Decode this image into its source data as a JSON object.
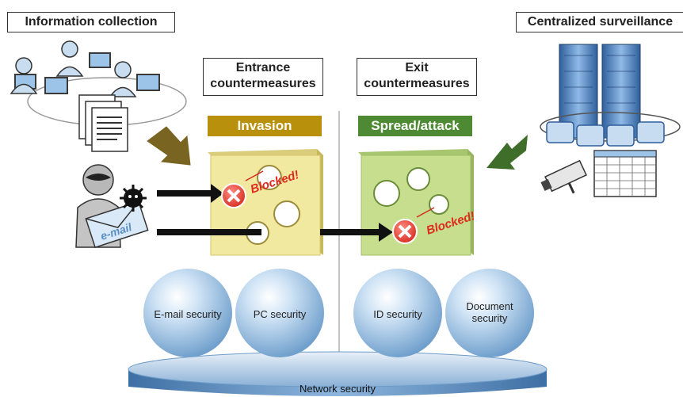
{
  "labels": {
    "info_collection": "Information collection",
    "centralized_surveillance": "Centralized surveillance",
    "entrance_line1": "Entrance",
    "entrance_line2": "countermeasures",
    "exit_line1": "Exit",
    "exit_line2": "countermeasures",
    "invasion": "Invasion",
    "spread_attack": "Spread/attack",
    "blocked_1": "Blocked!",
    "blocked_2": "Blocked!",
    "email_tag": "e-mail"
  },
  "spheres": {
    "email": "E-mail security",
    "pc": "PC security",
    "id": "ID security",
    "doc_line1": "Document",
    "doc_line2": "security"
  },
  "platform": {
    "label": "Network security"
  },
  "colors": {
    "invasion_tag": "#b8900c",
    "spread_tag": "#4e8a33",
    "entrance_wall": "#f2e9a0",
    "exit_wall": "#c7de8f",
    "arrow_left": "#7a6422",
    "arrow_right": "#3f6e2a",
    "sphere": "#9ec6e8"
  }
}
